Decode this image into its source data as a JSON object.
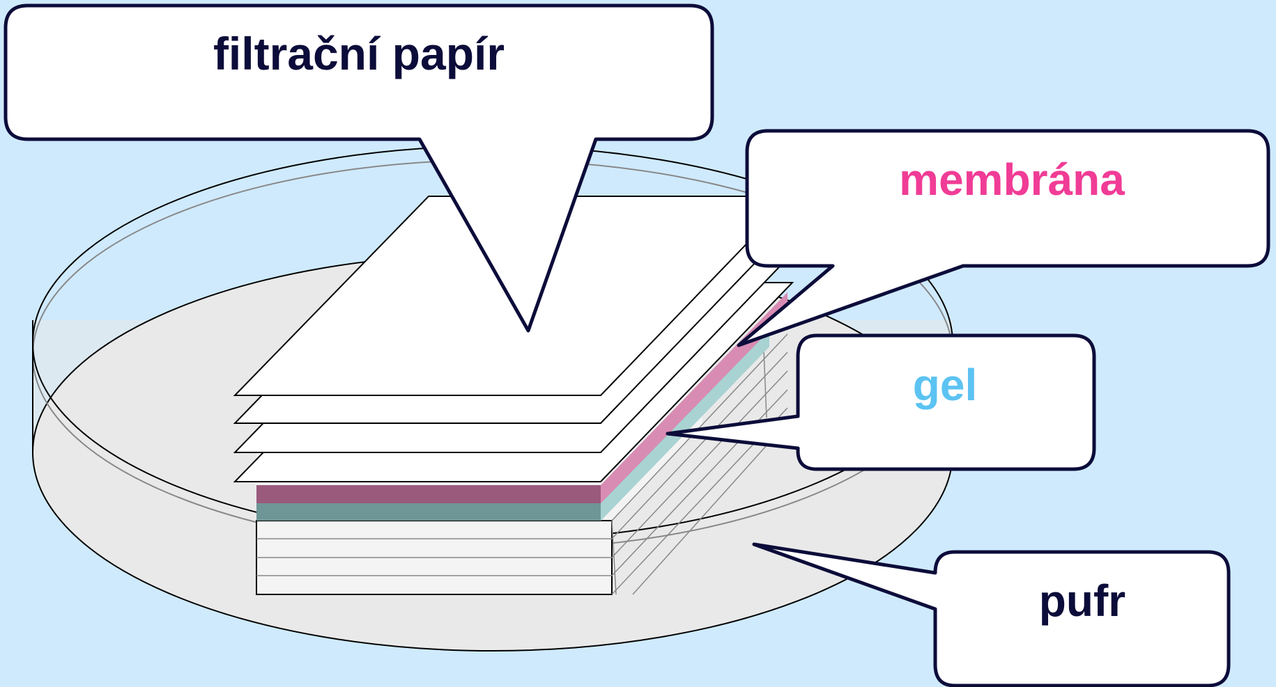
{
  "labels": {
    "filter_paper": "filtrační papír",
    "membrane": "membrána",
    "gel": "gel",
    "buffer": "pufr"
  },
  "colors": {
    "background": "#cfeafd",
    "filter_paper_text": "#0c0c3a",
    "membrane_text": "#f03c96",
    "gel_text": "#5cc3f2",
    "buffer_text": "#0c0c3a",
    "membrane_layer": "#9a5a7c",
    "gel_layer": "#6e9696",
    "tray_fill": "#e8e8e8"
  }
}
